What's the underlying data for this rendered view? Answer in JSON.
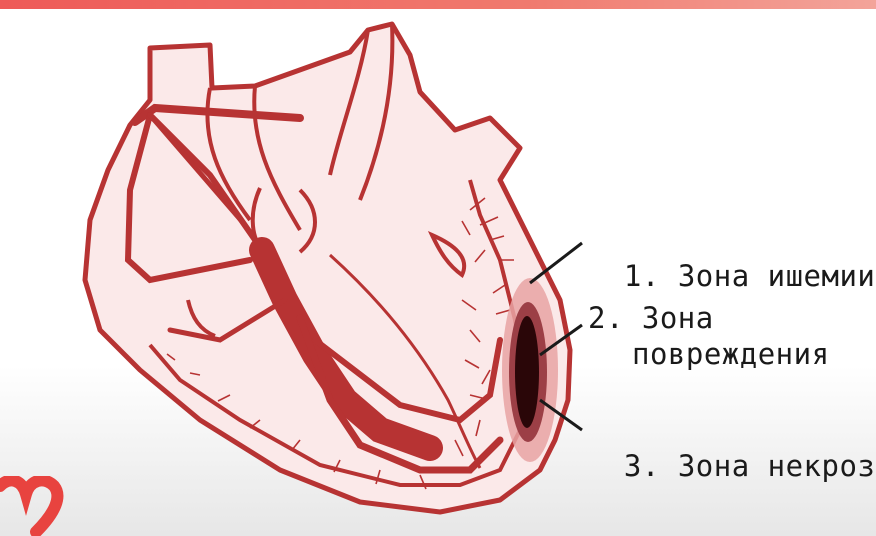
{
  "zones": [
    {
      "number": "1.",
      "lines": [
        "Зона ишемии"
      ]
    },
    {
      "number": "2.",
      "lines": [
        "Зона",
        "повреждения"
      ]
    },
    {
      "number": "3.",
      "lines": [
        "Зона некроза"
      ]
    }
  ],
  "colors": {
    "tissue": "#b73333",
    "tissue_fill": "#fbe9e9",
    "ischemia": "#e7a3a3",
    "injury": "#9c3f46",
    "necrosis": "#2a0608",
    "accent_bar": "#ee5a58",
    "logo": "#e8433f"
  },
  "icons": [
    "heart-outline-diagram",
    "conduction-system",
    "logo-heart-icon"
  ]
}
